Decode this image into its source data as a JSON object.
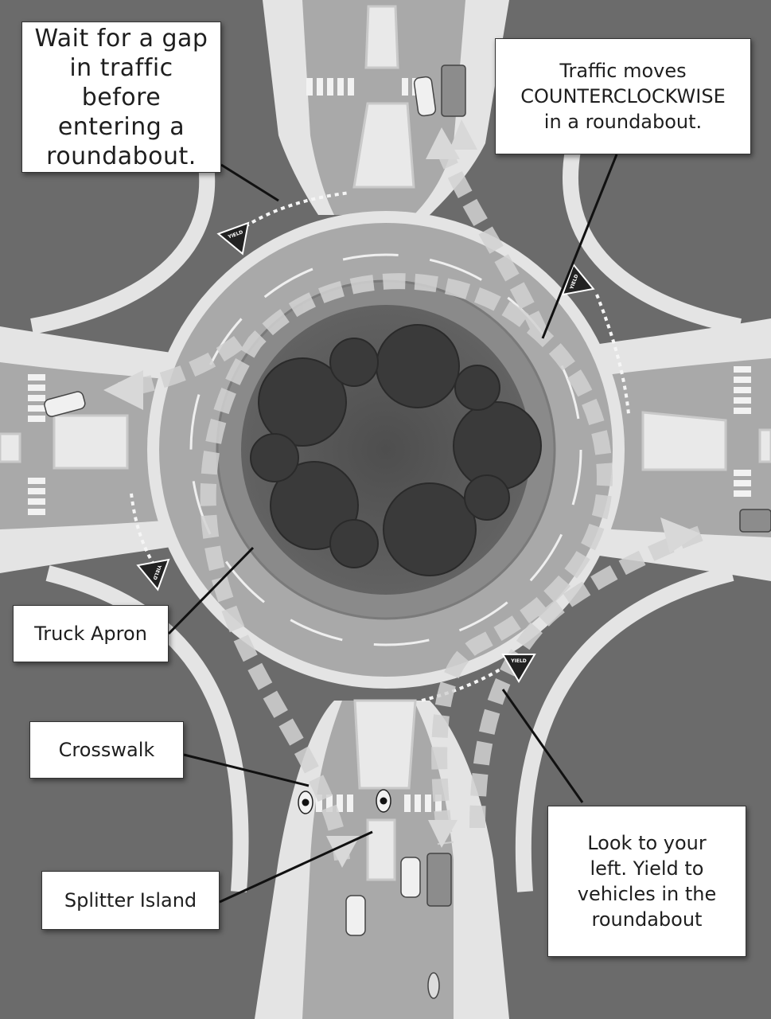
{
  "labels": {
    "wait_gap": [
      "Wait for a gap",
      "in traffic",
      "before",
      "entering a",
      "roundabout."
    ],
    "counterclockwise": [
      "Traffic moves",
      "COUNTERCLOCKWISE",
      "in a roundabout."
    ],
    "truck_apron": "Truck Apron",
    "crosswalk": "Crosswalk",
    "splitter_island": "Splitter Island",
    "look_left": [
      "Look to your",
      "left. Yield to",
      "vehicles in the",
      "roundabout"
    ]
  },
  "yield_sign_text": "YIELD",
  "colors": {
    "grass": "#6b6b6b",
    "road": "#a9a9a9",
    "curb": "#e4e4e4",
    "apron": "#8a8a8a",
    "island": "#5a5a5a",
    "arrow": "#d2d2d2"
  }
}
